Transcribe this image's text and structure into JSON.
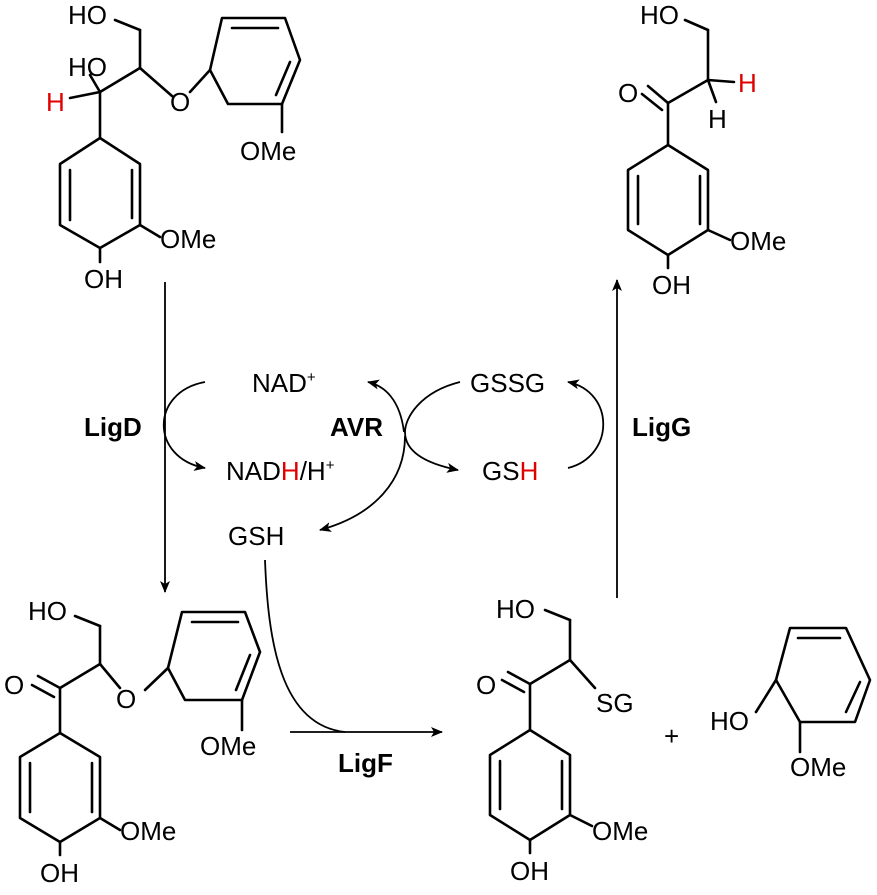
{
  "colors": {
    "ink": "#000000",
    "highlight": "#e00000",
    "background": "#ffffff"
  },
  "molecules": {
    "substrate": {
      "ho_top": "HO",
      "ho_mid": "HO",
      "h": "H",
      "o": "O",
      "ome_ring": "OMe",
      "ome_aryl": "OMe",
      "oh": "OH"
    },
    "ketone": {
      "ho": "HO",
      "o_carbonyl": "O",
      "o_ether": "O",
      "ome_ring": "OMe",
      "ome_aryl": "OMe",
      "oh": "OH"
    },
    "thioether": {
      "ho": "HO",
      "o_carbonyl": "O",
      "sg": "SG",
      "ome": "OMe",
      "oh": "OH"
    },
    "guaiacol": {
      "ho": "HO",
      "ome": "OMe"
    },
    "product": {
      "ho": "HO",
      "o_carbonyl": "O",
      "h_red": "H",
      "h": "H",
      "ome": "OMe",
      "oh": "OH"
    }
  },
  "cofactors": {
    "nad_plus": "NAD",
    "nad_plus_sup": "+",
    "nadh_a": "NAD",
    "nadh_h": "H",
    "nadh_b": "/H",
    "nadh_sup": "+",
    "gssg": "GSSG",
    "gsh_right_a": "GS",
    "gsh_right_h": "H",
    "gsh_left": "GSH"
  },
  "enzymes": {
    "ligd": "LigD",
    "avr": "AVR",
    "ligg": "LigG",
    "ligf": "LigF"
  },
  "misc": {
    "plus": "+"
  }
}
